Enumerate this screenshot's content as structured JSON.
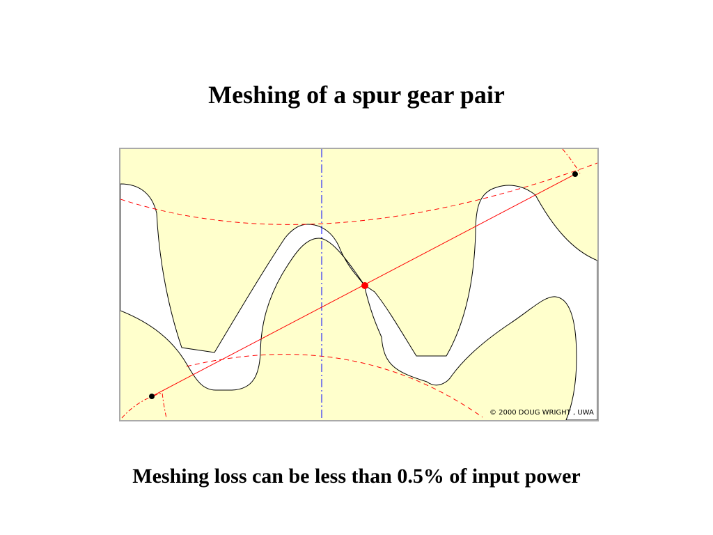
{
  "slide": {
    "title": "Meshing of a spur gear pair",
    "caption": "Meshing loss can be less than 0.5% of input power"
  },
  "figure": {
    "copyright": "© 2000 DOUG WRIGHT , UWA",
    "colors": {
      "background": "#ffffcc",
      "gear_fill": "#ffffcc",
      "gap_fill": "#ffffff",
      "outline": "#000000",
      "pitch_circle": "#ff0000",
      "line_of_action": "#ff0000",
      "center_line": "#0000ff",
      "pitch_point": "#ff0000",
      "contact_limit_point": "#000000",
      "frame_border": "#a9a9a9"
    }
  }
}
